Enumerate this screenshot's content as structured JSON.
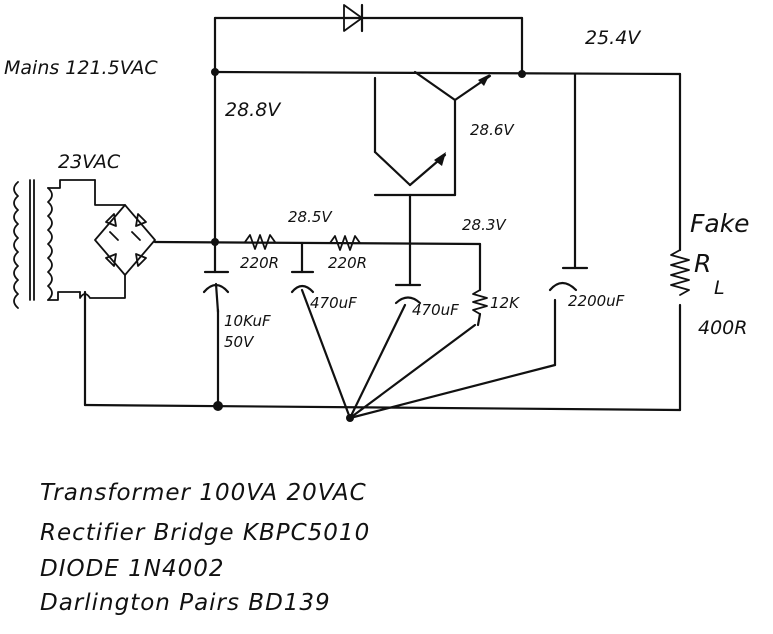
{
  "labels": {
    "mains": "Mains 121.5VAC",
    "secondary": "23VAC",
    "top_rail": "25.4V",
    "collector_rail": "28.8V",
    "q1_base": "28.6V",
    "filter_node1": "28.5V",
    "filter_node2": "28.3V",
    "r1": "220R",
    "r2": "220R",
    "c1_value": "10KuF",
    "c1_voltage": "50V",
    "c2": "470uF",
    "c3": "470uF",
    "r3": "12K",
    "c4": "2200uF",
    "load_prefix": "Fake",
    "load_symbol": "R",
    "load_sub": "L",
    "load_value": "400R"
  },
  "notes": [
    "Transformer  100VA  20VAC",
    "Rectifier  Bridge  KBPC5010",
    "DIODE  1N4002",
    "Darlington  Pairs  BD139"
  ]
}
